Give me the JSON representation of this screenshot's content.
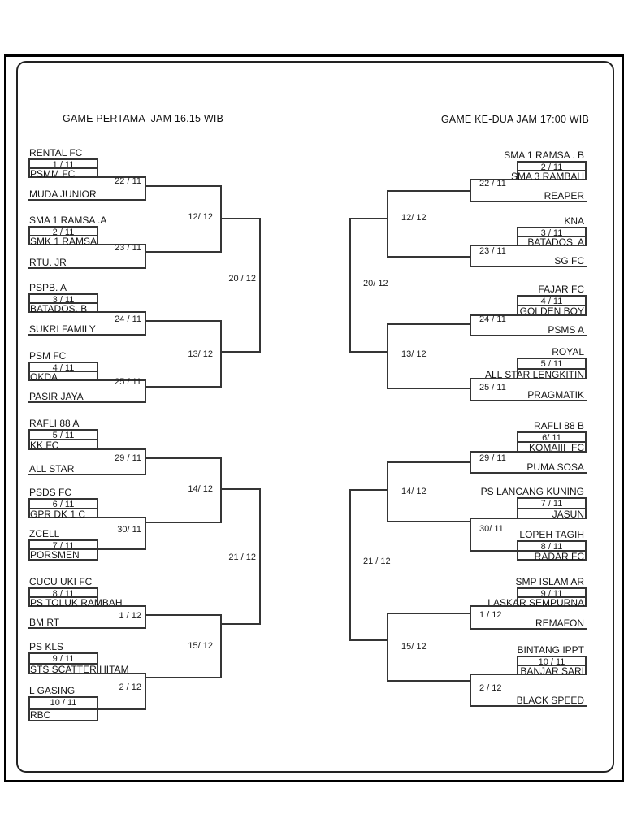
{
  "poster": {
    "type": "tournament-bracket",
    "colors": {
      "background": "#ffffff",
      "ink": "#161616",
      "line": "#353535"
    }
  },
  "headers": {
    "left": "GAME PERTAMA  JAM 16.15 WIB",
    "right": "GAME KE-DUA JAM 17:00 WIB"
  },
  "left_bracket": {
    "groups": [
      {
        "type": "A",
        "top": "RENTAL FC",
        "date": "1 / 11",
        "inner": "PSMM FC",
        "bottom": "MUDA JUNIOR",
        "round1_date": "22 / 11"
      },
      {
        "type": "A",
        "top": "SMA 1 RAMSA .A",
        "date": "2 / 11",
        "inner": "SMK 1 RAMSA",
        "bottom": "RTU. JR",
        "round1_date": "23 / 11"
      },
      {
        "type": "A",
        "top": "PSPB. A",
        "date": "3 / 11",
        "inner": "BATADOS. B",
        "bottom": "SUKRI FAMILY",
        "round1_date": "24 / 11"
      },
      {
        "type": "A",
        "top": "PSM FC",
        "date": "4 / 11",
        "inner": "OKDA",
        "bottom": "PASIR JAYA",
        "round1_date": "25 / 11"
      },
      {
        "type": "A",
        "top": "RAFLI 88 A",
        "date": "5 / 11",
        "inner": "KK FC",
        "bottom": "ALL STAR",
        "round1_date": "29 / 11"
      },
      {
        "type": "B",
        "top1": "PSDS FC",
        "date1": "6 / 11",
        "inner1": "GPR DK 1 C",
        "top2": "ZCELL",
        "date2": "7 / 11",
        "inner2": "PORSMEN",
        "round1_date": "30/ 11"
      },
      {
        "type": "A",
        "top": "CUCU UKI FC",
        "date": "8 / 11",
        "inner": "PS TOLUK RAMBAH",
        "bottom": "BM RT",
        "round1_date": "1 / 12"
      },
      {
        "type": "B",
        "top1": "PS KLS",
        "date1": "9 / 11",
        "inner1": "STS SCATTER HITAM",
        "top2": "L GASING",
        "date2": "10 / 11",
        "inner2": "RBC",
        "round1_date": "2 / 12"
      }
    ],
    "round2_dates": [
      "12/ 12",
      "13/ 12",
      "14/ 12",
      "15/ 12"
    ],
    "round3_dates": [
      "20 / 12",
      "21 / 12"
    ]
  },
  "right_bracket": {
    "groups": [
      {
        "type": "A",
        "top": "SMA 1 RAMSA . B",
        "date": "2 / 11",
        "inner": "SMA 3 RAMBAH",
        "bottom": "REAPER",
        "round1_date": "22 / 11"
      },
      {
        "type": "A",
        "top": "KNA",
        "date": "3 / 11",
        "inner": "BATADOS  A",
        "bottom": "SG FC",
        "round1_date": "23 / 11"
      },
      {
        "type": "A",
        "top": "FAJAR FC",
        "date": "4 / 11",
        "inner": "GOLDEN BOY",
        "bottom": "PSMS A",
        "round1_date": "24 / 11"
      },
      {
        "type": "A",
        "top": "ROYAL",
        "date": "5 / 11",
        "inner": "ALL STAR LENGKITIN",
        "bottom": "PRAGMATIK",
        "round1_date": "25 / 11"
      },
      {
        "type": "A",
        "top": "RAFLI 88 B",
        "date": "6/ 11",
        "inner": "KOMAIII  FC",
        "bottom": "PUMA SOSA",
        "round1_date": "29 / 11"
      },
      {
        "type": "B",
        "top1": "PS LANCANG KUNING",
        "date1": "7 / 11",
        "inner1": "JASUN",
        "top2": "LOPEH TAGIH",
        "date2": "8 / 11",
        "inner2": "RADAR FC",
        "round1_date": "30/ 11"
      },
      {
        "type": "A",
        "top": "SMP ISLAM AR",
        "date": "9 / 11",
        "inner": "LASKAR SEMPURNA",
        "bottom": "REMAFON",
        "round1_date": "1 / 12"
      },
      {
        "type": "A",
        "top": "BINTANG IPPT",
        "date": "10 / 11",
        "inner": "BANJAR SARI",
        "bottom": "BLACK SPEED",
        "round1_date": "2 / 12"
      }
    ],
    "round2_dates": [
      "12/ 12",
      "13/ 12",
      "14/ 12",
      "15/ 12"
    ],
    "round3_dates": [
      "20/ 12",
      "21 / 12"
    ]
  }
}
